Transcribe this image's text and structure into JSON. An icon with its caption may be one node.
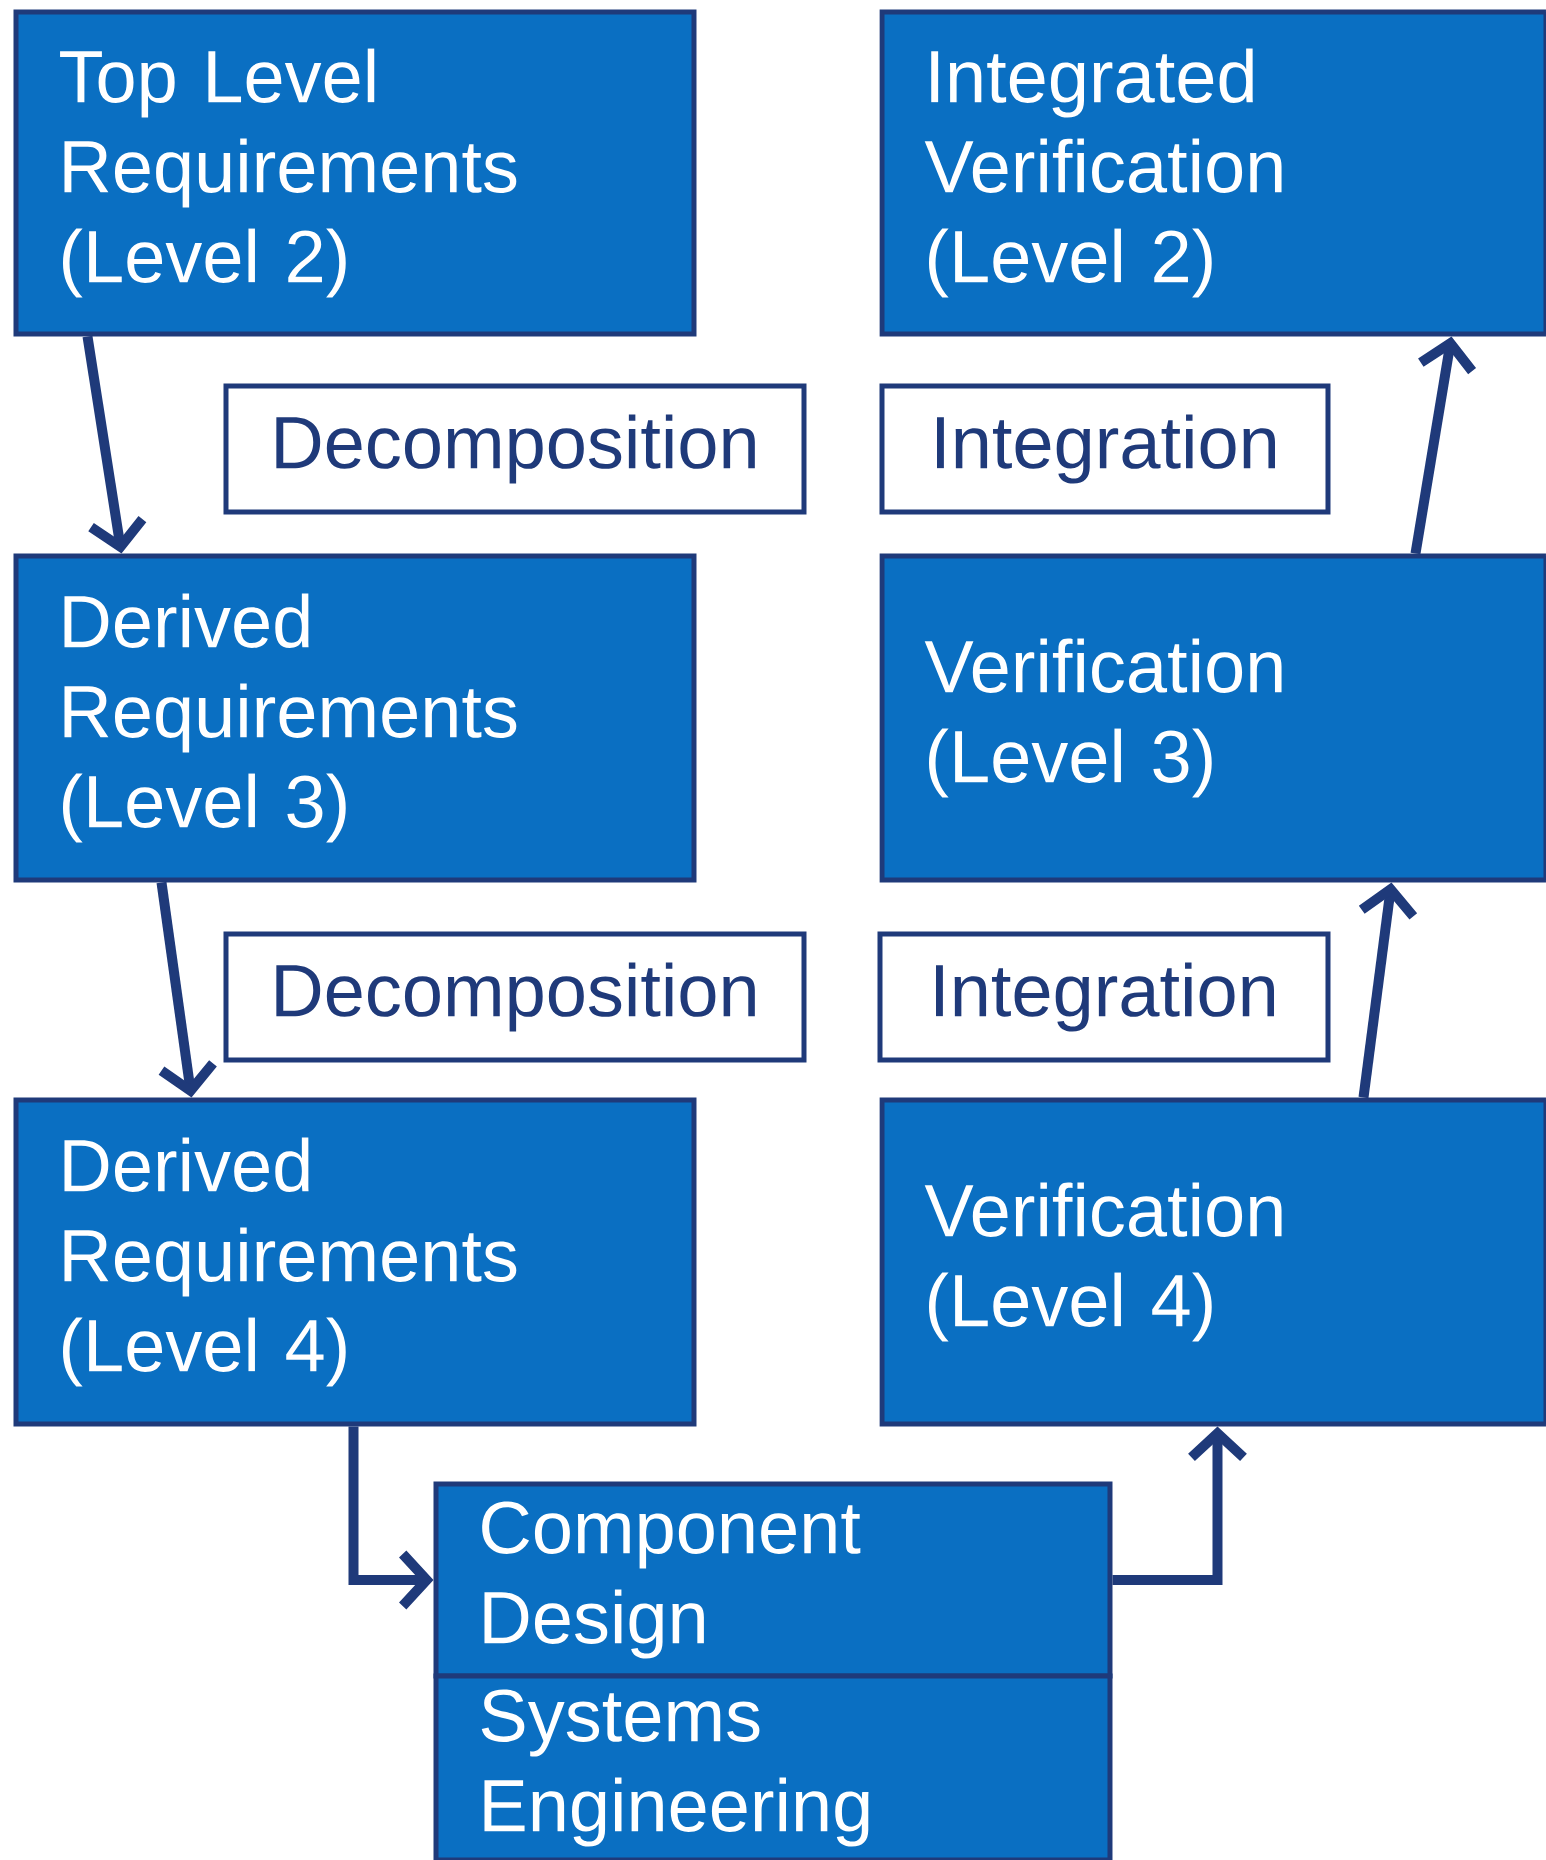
{
  "diagram": {
    "nodes": [
      {
        "text": [
          "Top Level Requirements (Level 2)"
        ]
      },
      {
        "text": [
          "Integrated Verification (Level 2)"
        ]
      },
      {
        "text": [
          "Decomposition"
        ]
      },
      {
        "text": [
          "Integration"
        ]
      },
      {
        "text": [
          "Derived Requirements (Level 3)"
        ]
      },
      {
        "text": [
          "Verification (Level 3)"
        ]
      },
      {
        "text": [
          "Decomposition"
        ]
      },
      {
        "text": [
          "Integration"
        ]
      },
      {
        "text": [
          "Derived Requirements (Level 4)"
        ]
      },
      {
        "text": [
          "Verification (Level 4)"
        ]
      },
      {
        "text": [
          "Component Design"
        ]
      },
      {
        "text": [
          "Systems Engineering"
        ]
      }
    ],
    "edges": [
      {
        "from": 0,
        "to": 4,
        "arrow": "to"
      },
      {
        "from": 4,
        "to": 8,
        "arrow": "to"
      },
      {
        "from": 8,
        "to": 10,
        "arrow": "to"
      },
      {
        "from": 10,
        "to": 9,
        "arrow": "to"
      },
      {
        "from": 9,
        "to": 5,
        "arrow": "to"
      },
      {
        "from": 5,
        "to": 1,
        "arrow": "to"
      }
    ]
  }
}
